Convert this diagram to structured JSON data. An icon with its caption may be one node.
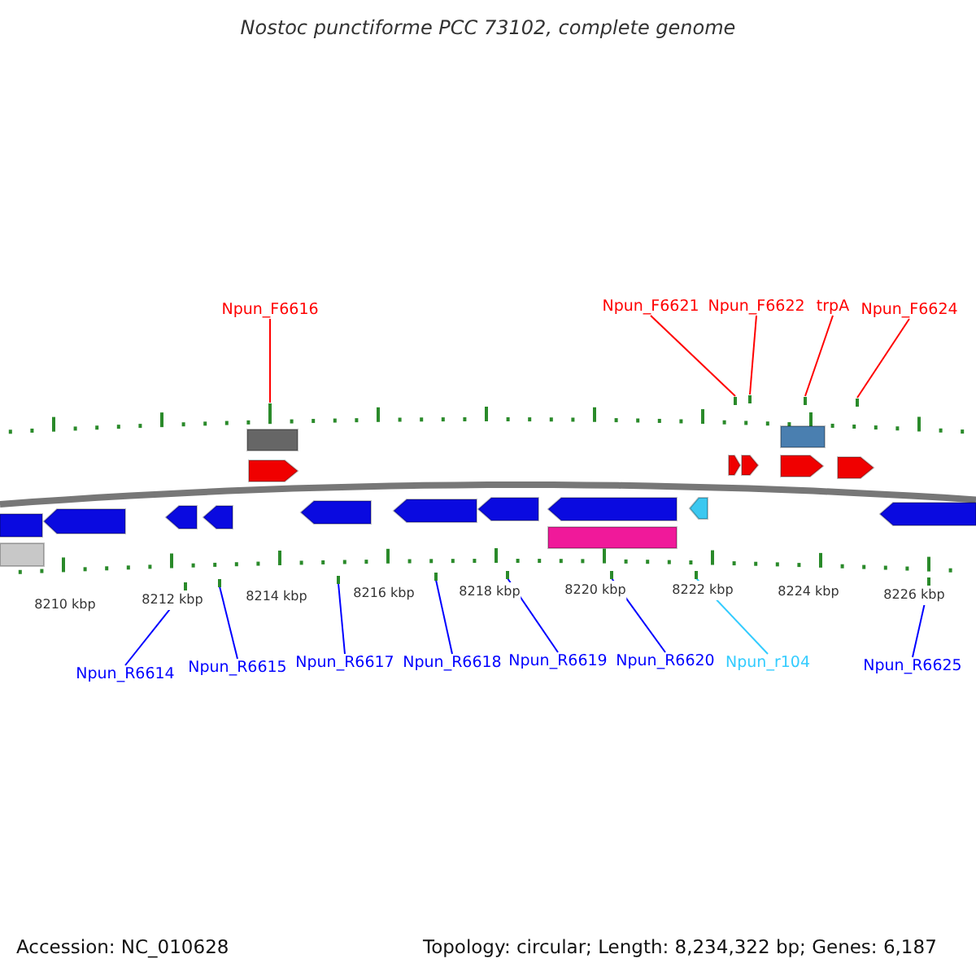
{
  "diagram": {
    "title": "Nostoc punctiforme PCC 73102, complete genome",
    "nodes": [
      {
        "text": [
          "Npun_F6616"
        ]
      },
      {
        "text": [
          "Npun_F6621"
        ]
      },
      {
        "text": [
          "Npun_F6622"
        ]
      },
      {
        "text": [
          "trpA"
        ]
      },
      {
        "text": [
          "Npun_F6624"
        ]
      },
      {
        "text": [
          "Npun_R6614"
        ]
      },
      {
        "text": [
          "Npun_R6615"
        ]
      },
      {
        "text": [
          "Npun_R6617"
        ]
      },
      {
        "text": [
          "Npun_R6618"
        ]
      },
      {
        "text": [
          "Npun_R6619"
        ]
      },
      {
        "text": [
          "Npun_R6620"
        ]
      },
      {
        "text": [
          "Npun_r104"
        ]
      },
      {
        "text": [
          "Npun_R6625"
        ]
      },
      {
        "text": [],
        "shape": "tick"
      },
      {
        "text": [],
        "shape": "tick"
      },
      {
        "text": [],
        "shape": "tick"
      },
      {
        "text": [],
        "shape": "tick"
      },
      {
        "text": [],
        "shape": "tick"
      },
      {
        "text": [],
        "shape": "tick"
      },
      {
        "text": [],
        "shape": "tick"
      },
      {
        "text": [],
        "shape": "tick"
      },
      {
        "text": [],
        "shape": "tick"
      },
      {
        "text": [],
        "shape": "tick"
      },
      {
        "text": [],
        "shape": "tick"
      },
      {
        "text": [],
        "shape": "tick"
      },
      {
        "text": [],
        "shape": "tick"
      }
    ],
    "edges": [
      {
        "from": 0,
        "to": 13,
        "arrow": "none",
        "color": "#ff0000"
      },
      {
        "from": 1,
        "to": 14,
        "arrow": "none",
        "color": "#ff0000"
      },
      {
        "from": 2,
        "to": 15,
        "arrow": "none",
        "color": "#ff0000"
      },
      {
        "from": 3,
        "to": 16,
        "arrow": "none",
        "color": "#ff0000"
      },
      {
        "from": 4,
        "to": 17,
        "arrow": "none",
        "color": "#ff0000"
      },
      {
        "from": 5,
        "to": 18,
        "arrow": "none"
      },
      {
        "from": 6,
        "to": 19,
        "arrow": "none"
      },
      {
        "from": 7,
        "to": 20,
        "arrow": "none"
      },
      {
        "from": 8,
        "to": 21,
        "arrow": "none"
      },
      {
        "from": 9,
        "to": 22,
        "arrow": "none"
      },
      {
        "from": 10,
        "to": 23,
        "arrow": "none"
      },
      {
        "from": 11,
        "to": 24,
        "arrow": "none",
        "color": "#33ccff"
      },
      {
        "from": 12,
        "to": 25,
        "arrow": "none"
      }
    ],
    "labels": [
      "8210 kbp",
      "8212 kbp",
      "8214 kbp",
      "8216 kbp",
      "8218 kbp",
      "8220 kbp",
      "8222 kbp",
      "8224 kbp",
      "8226 kbp",
      "Accession: NC_010628",
      "Topology: circular; Length: 8,234,322 bp; Genes: 6,187"
    ]
  }
}
